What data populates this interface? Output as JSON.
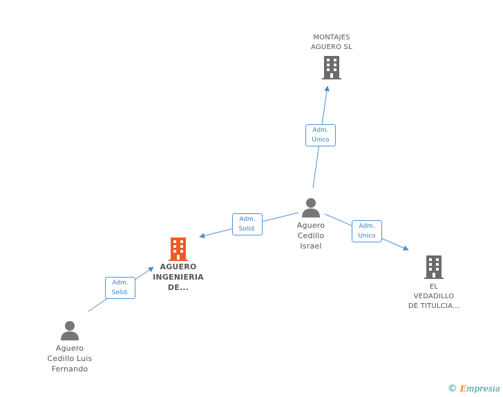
{
  "nodes": {
    "montajes": {
      "label": "MONTAJES\nAGUERO SL",
      "type": "company"
    },
    "aguero_ingenieria": {
      "label": "AGUERO\nINGENIERIA\nDE...",
      "type": "company-main"
    },
    "el_vedadillo": {
      "label": "EL\nVEDADILLO\nDE TITULCIA...",
      "type": "company"
    },
    "israel": {
      "label": "Aguero\nCedillo\nIsrael",
      "type": "person"
    },
    "fernando": {
      "label": "Aguero\nCedillo Luis\nFernando",
      "type": "person"
    }
  },
  "relations": {
    "israel_montajes": "Adm.\nUnico",
    "israel_ingenieria": "Adm.\nSolid.",
    "israel_vedadillo": "Adm.\nUnico",
    "fernando_ingenieria": "Adm.\nSolid."
  },
  "colors": {
    "company": "#6b6b6b",
    "main_company": "#f0592a",
    "person": "#777777",
    "link": "#4a8fd8"
  },
  "branding": {
    "copyright": "©",
    "logo_e": "E",
    "logo_rest": "mpresia"
  }
}
